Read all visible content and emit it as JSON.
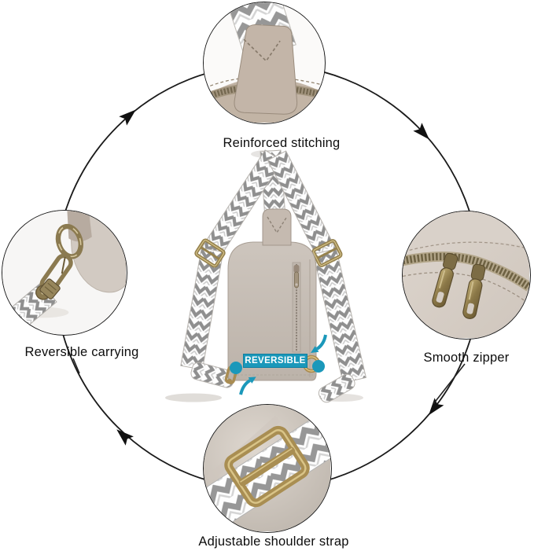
{
  "product": {
    "badge_label": "REVERSIBLE"
  },
  "callouts": {
    "top": {
      "label": "Reinforced stitching"
    },
    "right": {
      "label": "Smooth zipper"
    },
    "left": {
      "label": "Reversible carrying"
    },
    "bottom": {
      "label": "Adjustable shoulder strap"
    }
  },
  "colors": {
    "accent_teal": "#1b98ba",
    "leather_beige": "#c8bfb6",
    "hardware_bronze": "#96824e",
    "strap_chevron_gray": "#8f8f8f",
    "line_black": "#1a1a1a"
  },
  "icons": {
    "cycle_arrows": "clockwise-arrow-icon",
    "reversible_arrows": "curved-teal-arrow-icon"
  }
}
